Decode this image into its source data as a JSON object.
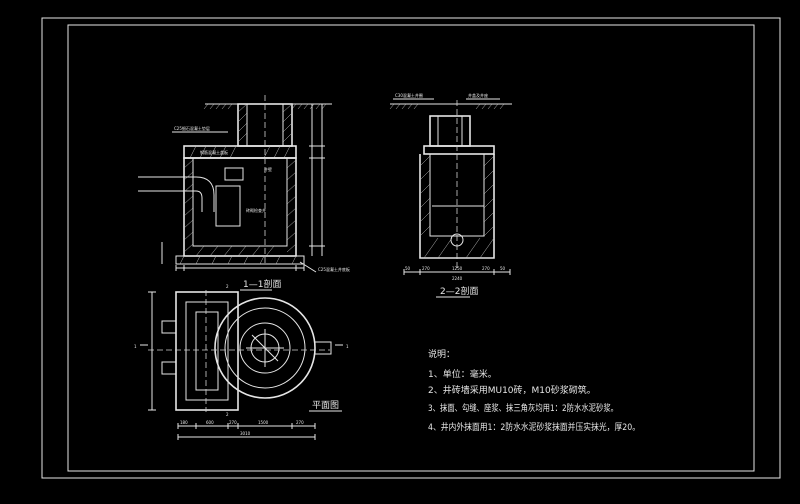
{
  "drawing": {
    "section1": {
      "title": "1—1剖面",
      "callouts": [
        "C25细石混凝土垫层",
        "C25混凝土井底板",
        "钢筋混凝土盖板",
        "井壁",
        "砖砌检查井"
      ]
    },
    "section2": {
      "title": "2—2剖面",
      "callouts": [
        "C30混凝土井圈",
        "井盖及井座"
      ],
      "dims_bottom": [
        "50",
        "270",
        "1250",
        "270",
        "50"
      ],
      "dims_total": "2240"
    },
    "plan": {
      "title": "平面图",
      "mark_left": "1",
      "mark_right": "1",
      "mark_top": "2",
      "mark_bottom": "2",
      "dims_bottom": [
        "180",
        "600",
        "270",
        "1500",
        "270"
      ],
      "dims_total": "3010"
    },
    "notes": {
      "heading": "说明：",
      "items": [
        "1、单位：毫米。",
        "2、井砖墙采用MU10砖，M10砂浆砌筑。",
        "3、抹面、勾缝、座浆、抹三角灰均用1：2防水水泥砂浆。",
        "4、井内外抹面用1：2防水水泥砂浆抹面并压实抹光，厚20。"
      ]
    }
  }
}
